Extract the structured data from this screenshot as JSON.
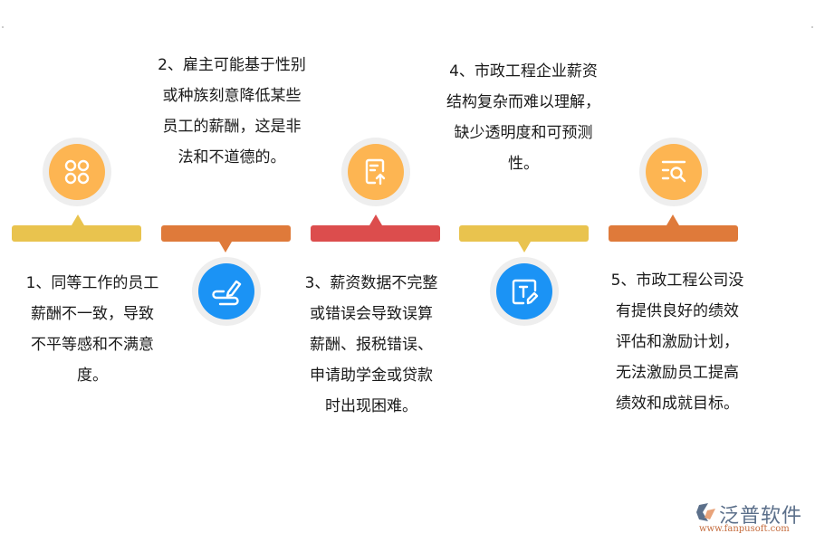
{
  "diagram": {
    "items": [
      {
        "index": 1,
        "text_lines": [
          "1、同等工作的员工",
          "薪酬不一致，导致",
          "不平等感和不满意",
          "度。"
        ],
        "position": "below",
        "bar_color": "#e9c34e",
        "icon": "apps-grid-icon",
        "icon_color": "#fdb552"
      },
      {
        "index": 2,
        "text_lines": [
          "2、雇主可能基于性别",
          "或种族刻意降低某些",
          "员工的薪酬，这是非",
          "法和不道德的。"
        ],
        "position": "above",
        "bar_color": "#df7a3a",
        "icon": "signature-pen-icon",
        "icon_color": "#1b93f5"
      },
      {
        "index": 3,
        "text_lines": [
          "3、薪资数据不完整",
          "或错误会导致误算",
          "薪酬、报税错误、",
          "申请助学金或贷款",
          "时出现困难。"
        ],
        "position": "below",
        "bar_color": "#dc4d4d",
        "icon": "document-upload-icon",
        "icon_color": "#fdb552"
      },
      {
        "index": 4,
        "text_lines": [
          "4、市政工程企业薪资",
          "结构复杂而难以理解，",
          "缺少透明度和可预测",
          "性。"
        ],
        "position": "above",
        "bar_color": "#e9c34e",
        "icon": "text-edit-icon",
        "icon_color": "#1b93f5"
      },
      {
        "index": 5,
        "text_lines": [
          "5、市政工程公司没",
          "有提供良好的绩效",
          "评估和激励计划，",
          "无法激励员工提高",
          "绩效和成就目标。"
        ],
        "position": "below",
        "bar_color": "#df7a3a",
        "icon": "list-search-icon",
        "icon_color": "#fdb552"
      }
    ]
  },
  "logo": {
    "name": "泛普软件",
    "url": "www.fanpusoft.com"
  }
}
